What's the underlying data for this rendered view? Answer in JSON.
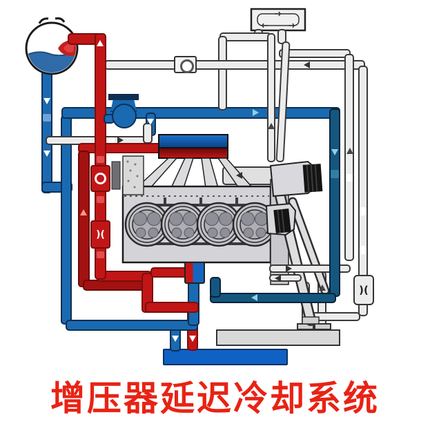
{
  "title": {
    "text": "增压器延迟冷却系统"
  },
  "palette": {
    "hot_red": "#c21616",
    "hot_red_edge": "#7a0d0d",
    "dark_red": "#a31111",
    "coolant_blue": "#1a6ab2",
    "coolant_blue_edge": "#0d2f52",
    "bright_blue_tank": "#1061c4",
    "dark_navy_pipe": "#15567f",
    "pipe_gray": "#ececec",
    "machine_gray": "#d4d4d8",
    "outline": "#1a1a1a",
    "title_red": "#e82315"
  },
  "components": [
    "expansion-tank",
    "heater-core",
    "intake-plenum",
    "intake-runners",
    "engine-block-4-cylinders",
    "turbocharger",
    "coolant-valve",
    "electric-coolant-pump",
    "thermostat-pump",
    "radiator-bottom-tank",
    "oil-pan-tray"
  ]
}
